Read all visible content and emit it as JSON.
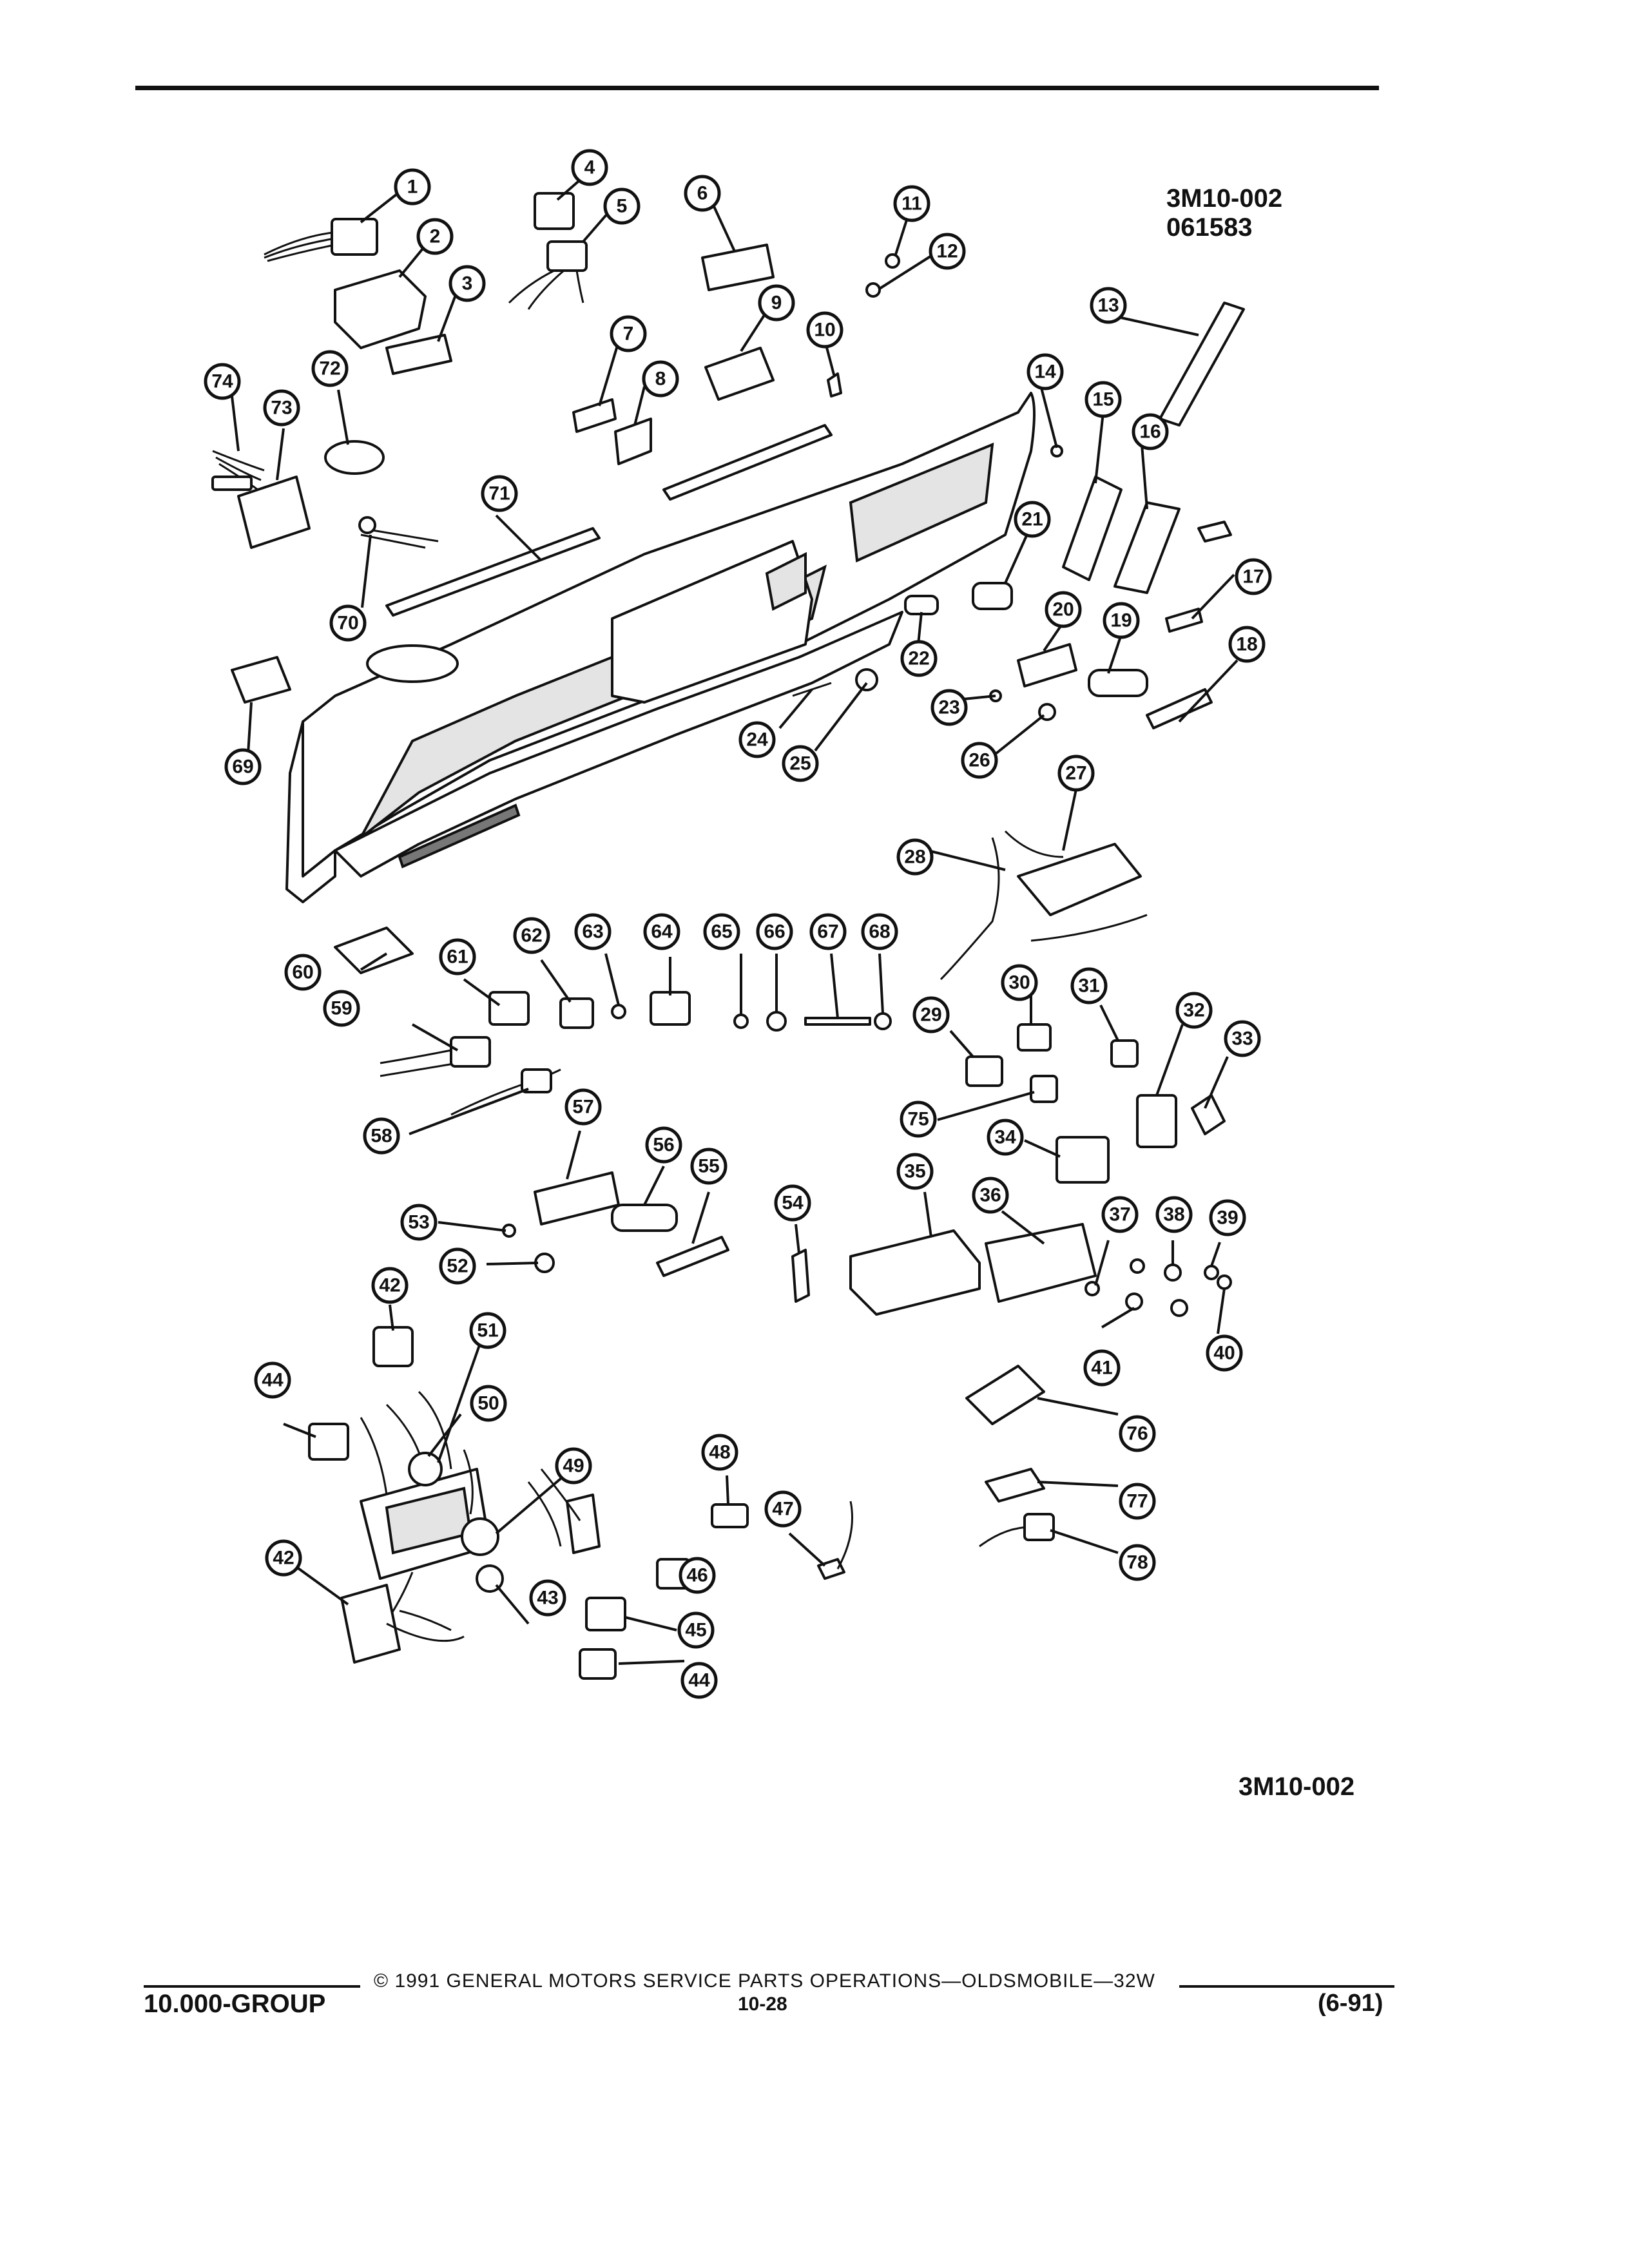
{
  "header_refs": {
    "drawing_number": "3M10-002",
    "drawing_date": "061583"
  },
  "bottom_ref": "3M10-002",
  "footer": {
    "copyright": "© 1991 GENERAL MOTORS SERVICE PARTS OPERATIONS—OLDSMOBILE—32W",
    "group": "10.000-GROUP",
    "page": "10-28",
    "revision": "(6-91)"
  },
  "callouts": [
    "1",
    "2",
    "3",
    "4",
    "5",
    "6",
    "7",
    "8",
    "9",
    "10",
    "11",
    "12",
    "13",
    "14",
    "15",
    "16",
    "17",
    "18",
    "19",
    "20",
    "21",
    "22",
    "23",
    "24",
    "25",
    "26",
    "27",
    "28",
    "29",
    "30",
    "31",
    "32",
    "33",
    "34",
    "35",
    "36",
    "37",
    "38",
    "39",
    "40",
    "41",
    "42",
    "43",
    "44",
    "45",
    "46",
    "47",
    "48",
    "49",
    "50",
    "51",
    "52",
    "53",
    "54",
    "55",
    "56",
    "57",
    "58",
    "59",
    "60",
    "61",
    "62",
    "63",
    "64",
    "65",
    "66",
    "67",
    "68",
    "69",
    "70",
    "71",
    "72",
    "73",
    "74",
    "75",
    "76",
    "77",
    "78",
    "42",
    "44"
  ]
}
